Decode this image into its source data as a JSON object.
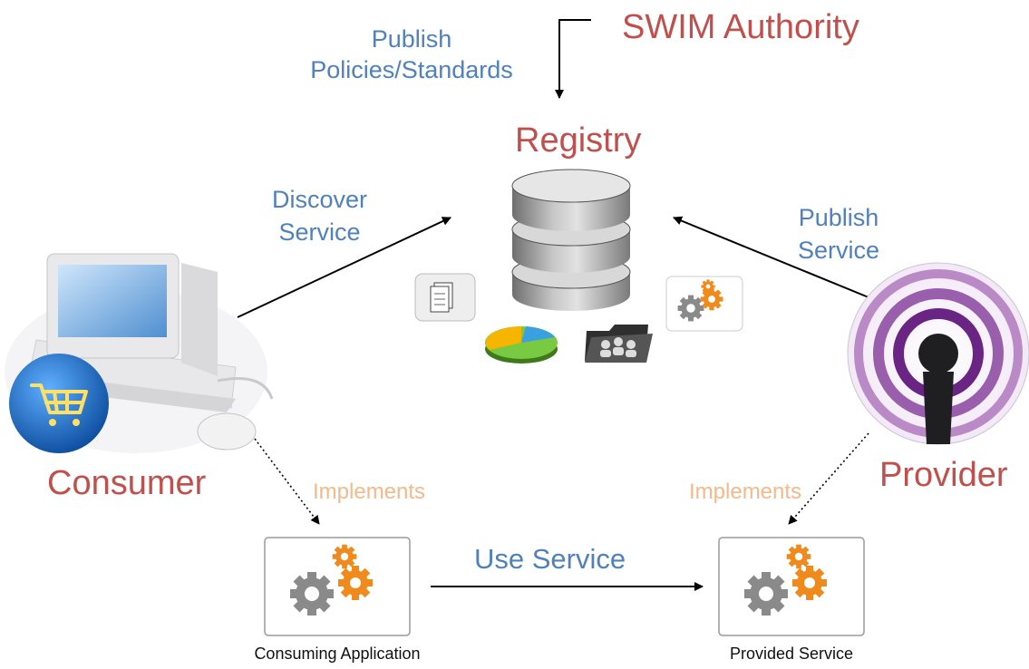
{
  "nodes": {
    "authority": "SWIM Authority",
    "registry": "Registry",
    "consumer": "Consumer",
    "provider": "Provider",
    "consuming_app": "Consuming Application",
    "provided_service": "Provided Service"
  },
  "edges": {
    "publish_policies": [
      "Publish",
      "Policies/Standards"
    ],
    "discover_service": [
      "Discover",
      "Service"
    ],
    "publish_service": [
      "Publish",
      "Service"
    ],
    "implements_left": "Implements",
    "implements_right": "Implements",
    "use_service": "Use Service"
  },
  "icons": {
    "registry": "database-icon",
    "documents": "documents-icon",
    "pie_chart": "pie-chart-icon",
    "users_folder": "users-folder-icon",
    "service_gears": "gears-icon",
    "consumer": "computer-cart-icon",
    "provider": "podcast-broadcast-icon"
  },
  "colors": {
    "node_title": "#c0504d",
    "edge_label": "#4f81bd",
    "implements_label": "#f5b98a",
    "arrow": "#000000"
  }
}
